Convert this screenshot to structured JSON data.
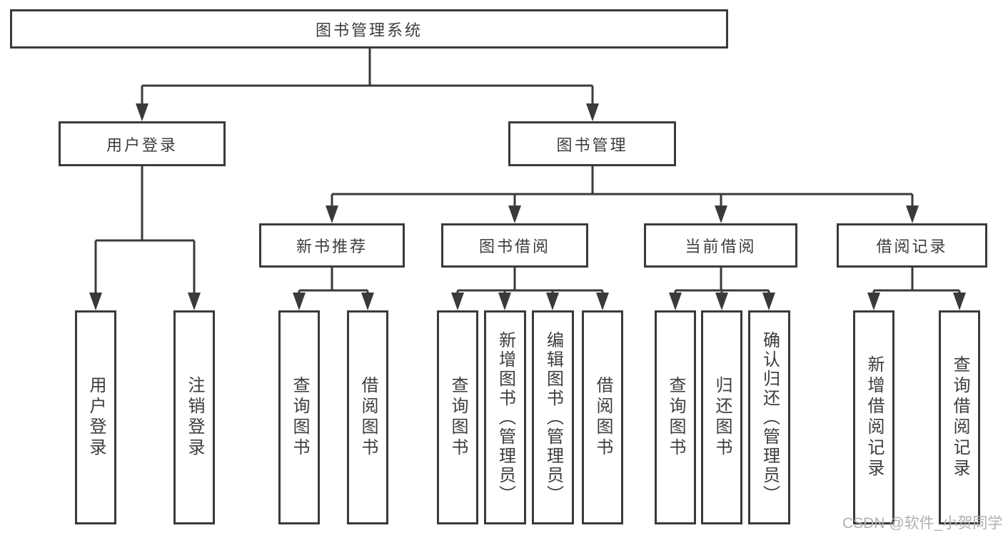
{
  "diagram_title": "图书管理系统",
  "tree": {
    "root": {
      "label": "图书管理系统"
    },
    "branches": [
      {
        "label": "用户登录",
        "children": [
          {
            "label": "用户登录"
          },
          {
            "label": "注销登录"
          }
        ]
      },
      {
        "label": "图书管理",
        "children": [
          {
            "label": "新书推荐",
            "children": [
              {
                "label": "查询图书"
              },
              {
                "label": "借阅图书"
              }
            ]
          },
          {
            "label": "图书借阅",
            "children": [
              {
                "label": "查询图书"
              },
              {
                "label": "新增图书（管理员）"
              },
              {
                "label": "编辑图书（管理员）"
              },
              {
                "label": "借阅图书"
              }
            ]
          },
          {
            "label": "当前借阅",
            "children": [
              {
                "label": "查询图书"
              },
              {
                "label": "归还图书"
              },
              {
                "label": "确认归还（管理员）"
              }
            ]
          },
          {
            "label": "借阅记录",
            "children": [
              {
                "label": "新增借阅记录"
              },
              {
                "label": "查询借阅记录"
              }
            ]
          }
        ]
      }
    ]
  },
  "watermark": "CSDN @软件_小贺同学",
  "colors": {
    "line": "#3a3a3a",
    "text": "#3d3d3d",
    "watermark": "#b0b0b0",
    "background": "#ffffff"
  }
}
